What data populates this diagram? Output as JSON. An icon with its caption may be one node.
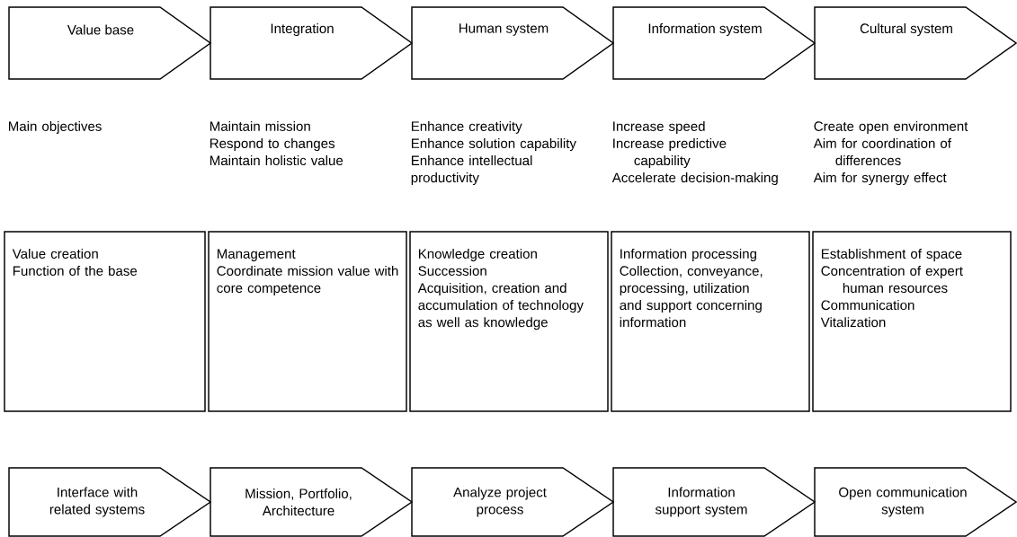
{
  "diagram": {
    "nodes": [
      {
        "text": [
          "Value base"
        ]
      },
      {
        "text": [
          "Integration"
        ]
      },
      {
        "text": [
          "Human system"
        ]
      },
      {
        "text": [
          "Information system"
        ]
      },
      {
        "text": [
          "Cultural system"
        ]
      },
      {
        "text": [
          "Value creation",
          "Function of the base"
        ]
      },
      {
        "text": [
          "Management",
          "Coordinate mission value with core competence"
        ]
      },
      {
        "text": [
          "Knowledge creation",
          "Succession",
          "Acquisition, creation and accumulation of technology as well as knowledge"
        ]
      },
      {
        "text": [
          "Information processing",
          "Collection, conveyance, processing, utilization and support concerning information"
        ]
      },
      {
        "text": [
          "Establishment of space",
          "Concentration of expert human resources",
          "Communication",
          "Vitalization"
        ]
      },
      {
        "text": [
          "Interface with related systems"
        ]
      },
      {
        "text": [
          "Mission, Portfolio, Architecture"
        ]
      },
      {
        "text": [
          "Analyze project process"
        ]
      },
      {
        "text": [
          "Information support system"
        ]
      },
      {
        "text": [
          "Open communication system"
        ]
      }
    ],
    "labels": [
      "Main objectives",
      "Maintain mission",
      "Respond to changes",
      "Maintain holistic value",
      "Enhance creativity",
      "Enhance solution capability",
      "Enhance intellectual productivity",
      "Increase speed",
      "Increase predictive capability",
      "Accelerate decision-making",
      "Create open environment",
      "Aim for coordination of differences",
      "Aim for synergy effect"
    ]
  }
}
